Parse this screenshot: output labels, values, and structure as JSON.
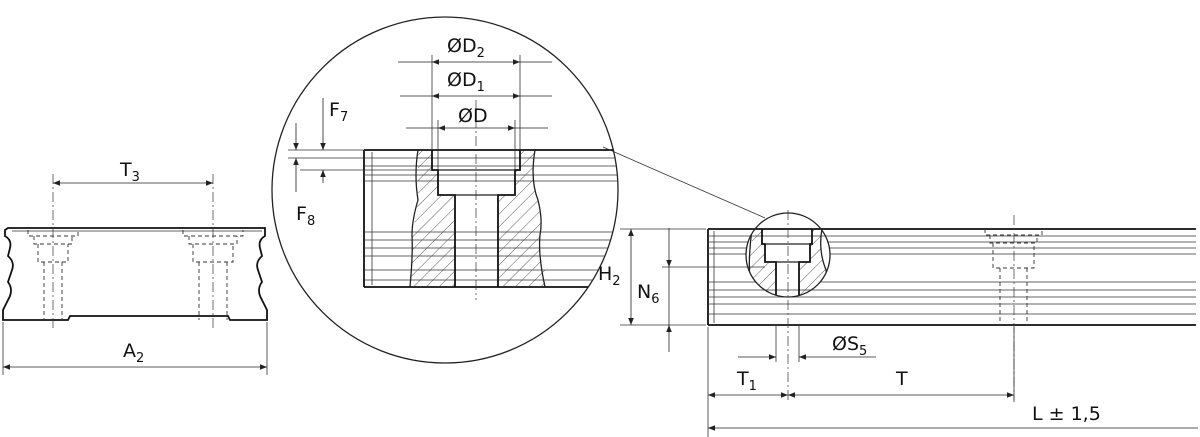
{
  "labels": {
    "T3": {
      "main": "T",
      "sub": "3"
    },
    "A2": {
      "main": "A",
      "sub": "2"
    },
    "F7": {
      "main": "F",
      "sub": "7"
    },
    "F8": {
      "main": "F",
      "sub": "8"
    },
    "D2": {
      "main": "ØD",
      "sub": "2"
    },
    "D1": {
      "main": "ØD",
      "sub": "1"
    },
    "D": {
      "main": "ØD"
    },
    "H2": {
      "main": "H",
      "sub": "2"
    },
    "N6": {
      "main": "N",
      "sub": "6"
    },
    "S5": {
      "main": "ØS",
      "sub": "5"
    },
    "T1": {
      "main": "T",
      "sub": "1"
    },
    "T": {
      "main": "T"
    },
    "L": {
      "main": "L ± 1,5"
    }
  }
}
